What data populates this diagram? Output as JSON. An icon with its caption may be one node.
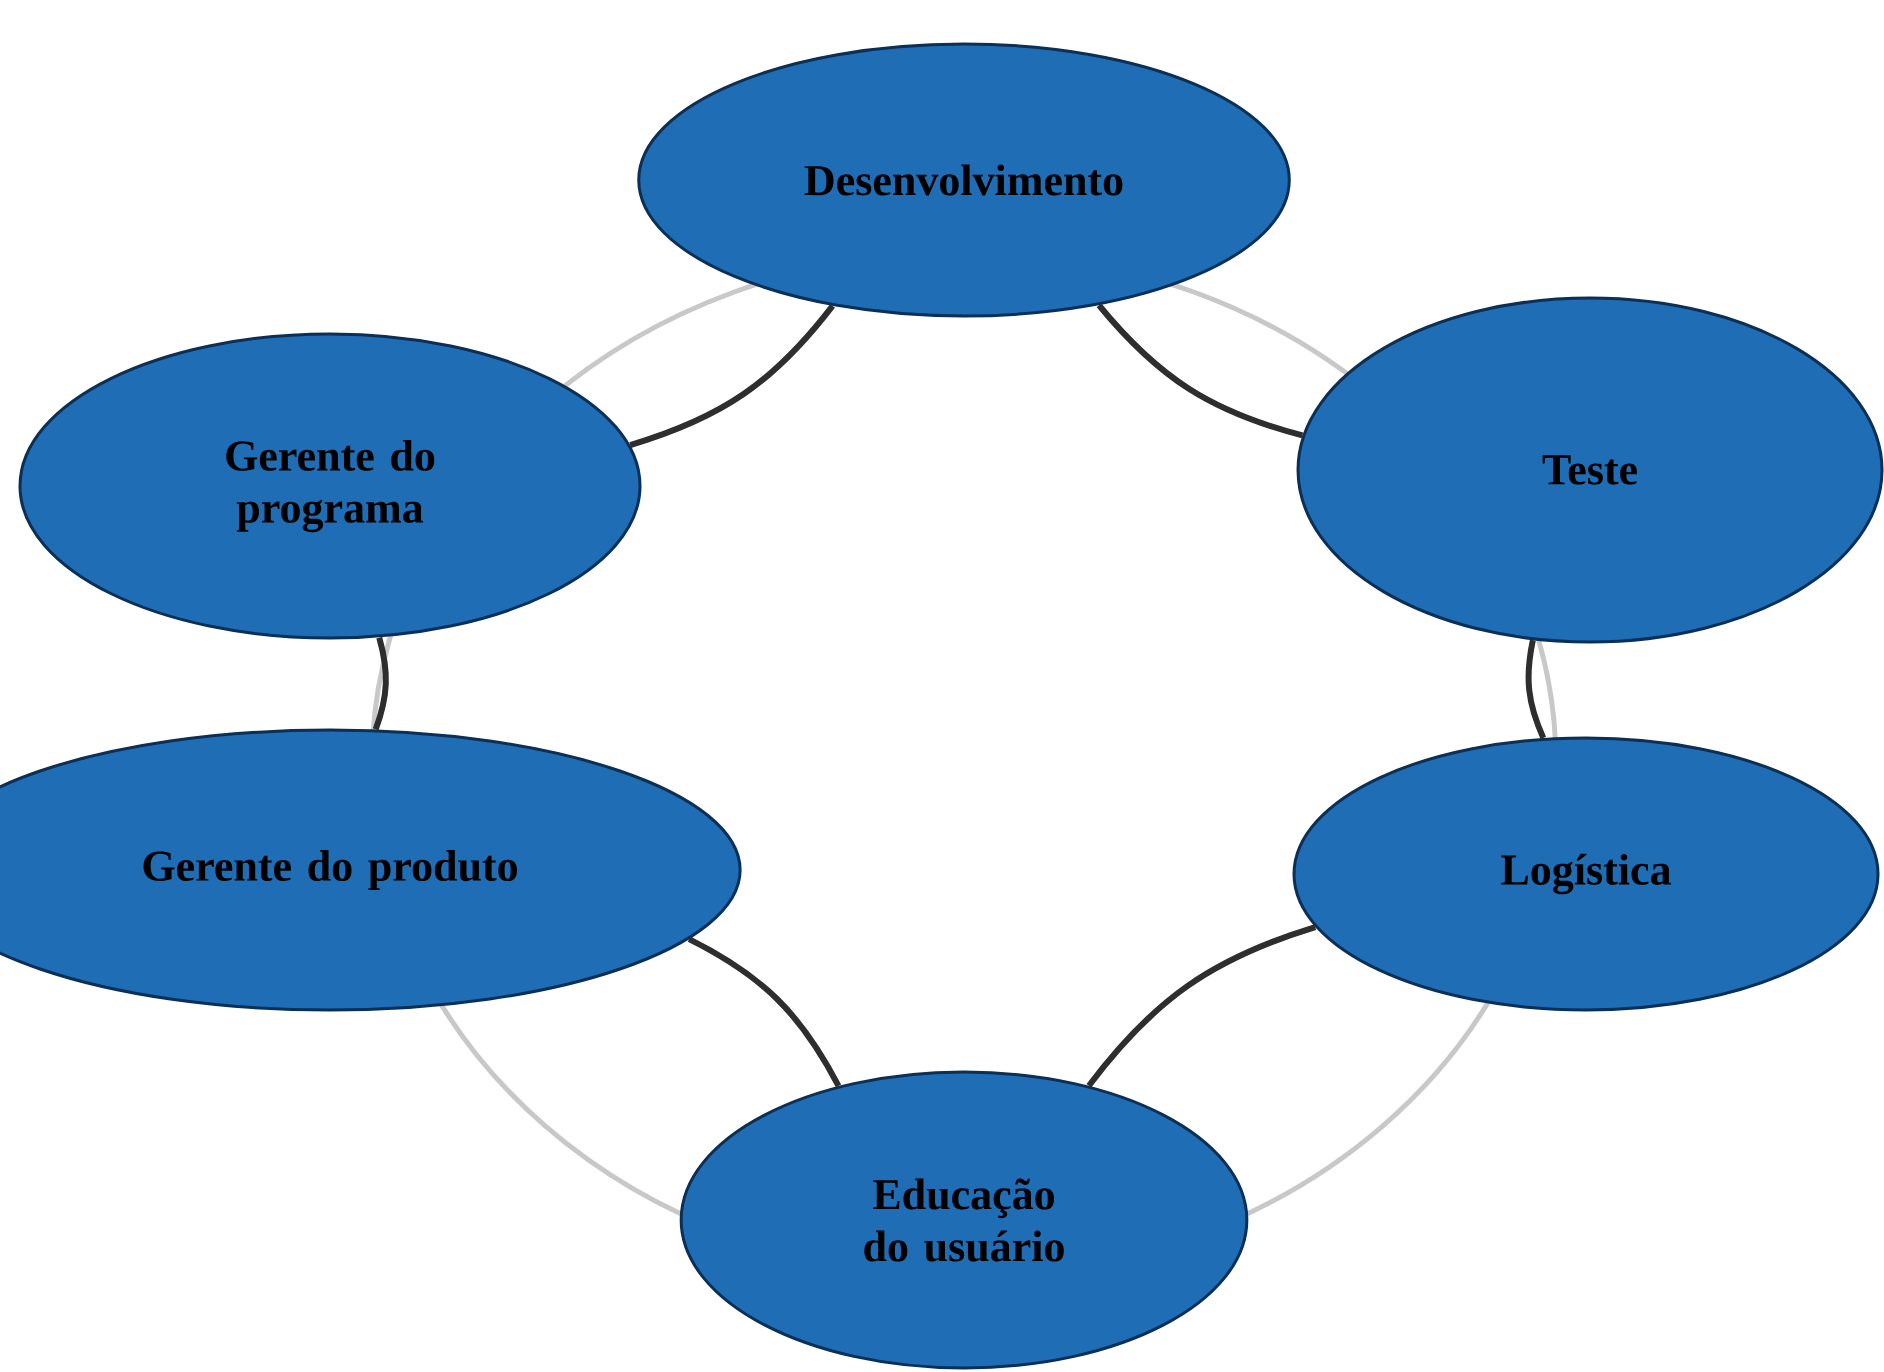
{
  "diagram": {
    "nodes": [
      {
        "text": [
          "Desenvolvimento"
        ]
      },
      {
        "text": [
          "Gerente do programa"
        ]
      },
      {
        "text": [
          "Teste"
        ]
      },
      {
        "text": [
          "Gerente do produto"
        ]
      },
      {
        "text": [
          "Logística"
        ]
      },
      {
        "text": [
          "Educação do usuário"
        ]
      }
    ],
    "edges": [
      {
        "from": 0,
        "to": 2,
        "arrow": "none"
      },
      {
        "from": 2,
        "to": 4,
        "arrow": "none"
      },
      {
        "from": 4,
        "to": 5,
        "arrow": "none"
      },
      {
        "from": 5,
        "to": 3,
        "arrow": "none"
      },
      {
        "from": 3,
        "to": 1,
        "arrow": "none"
      },
      {
        "from": 1,
        "to": 0,
        "arrow": "none"
      }
    ]
  }
}
